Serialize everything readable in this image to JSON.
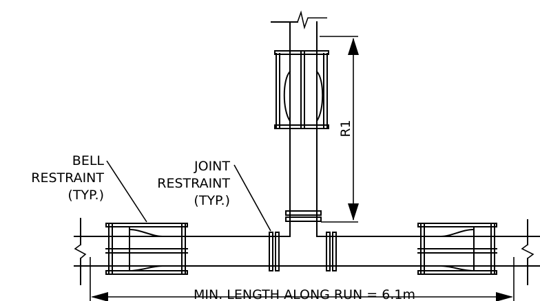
{
  "labels": {
    "bell_line1": "BELL",
    "bell_line2": "RESTRAINT",
    "bell_line3": "(TYP.)",
    "joint_line1": "JOINT",
    "joint_line2": "RESTRAINT",
    "joint_line3": "(TYP.)",
    "dimension_r1": "R1",
    "min_length": "MIN. LENGTH ALONG RUN = 6.1m"
  }
}
